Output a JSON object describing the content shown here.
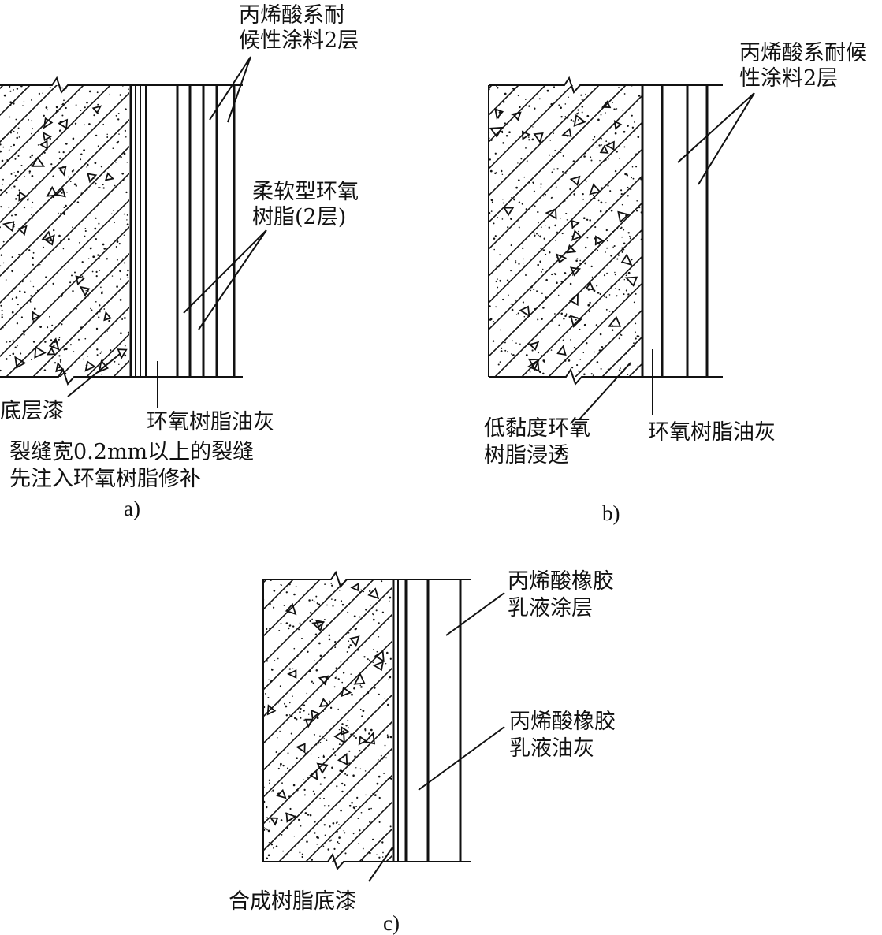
{
  "panels": [
    {
      "id": "a",
      "caption": "a)",
      "labels": {
        "topcoat": [
          "丙烯酸系耐",
          "候性涂料2层"
        ],
        "epoxy_layers": [
          "柔软型环氧",
          "树脂(2层)"
        ],
        "primer": "底层漆",
        "putty": "环氧树脂油灰",
        "crack_note": [
          "裂缝宽0.2mm以上的裂缝",
          "先注入环氧树脂修补"
        ]
      }
    },
    {
      "id": "b",
      "caption": "b)",
      "labels": {
        "topcoat": [
          "丙烯酸系耐候",
          "性涂料2层"
        ],
        "penetration": [
          "低黏度环氧",
          "树脂浸透"
        ],
        "putty": "环氧树脂油灰"
      }
    },
    {
      "id": "c",
      "caption": "c)",
      "labels": {
        "coating": [
          "丙烯酸橡胶",
          "乳液涂层"
        ],
        "putty": [
          "丙烯酸橡胶",
          "乳液油灰"
        ],
        "primer": "合成树脂底漆"
      }
    }
  ]
}
